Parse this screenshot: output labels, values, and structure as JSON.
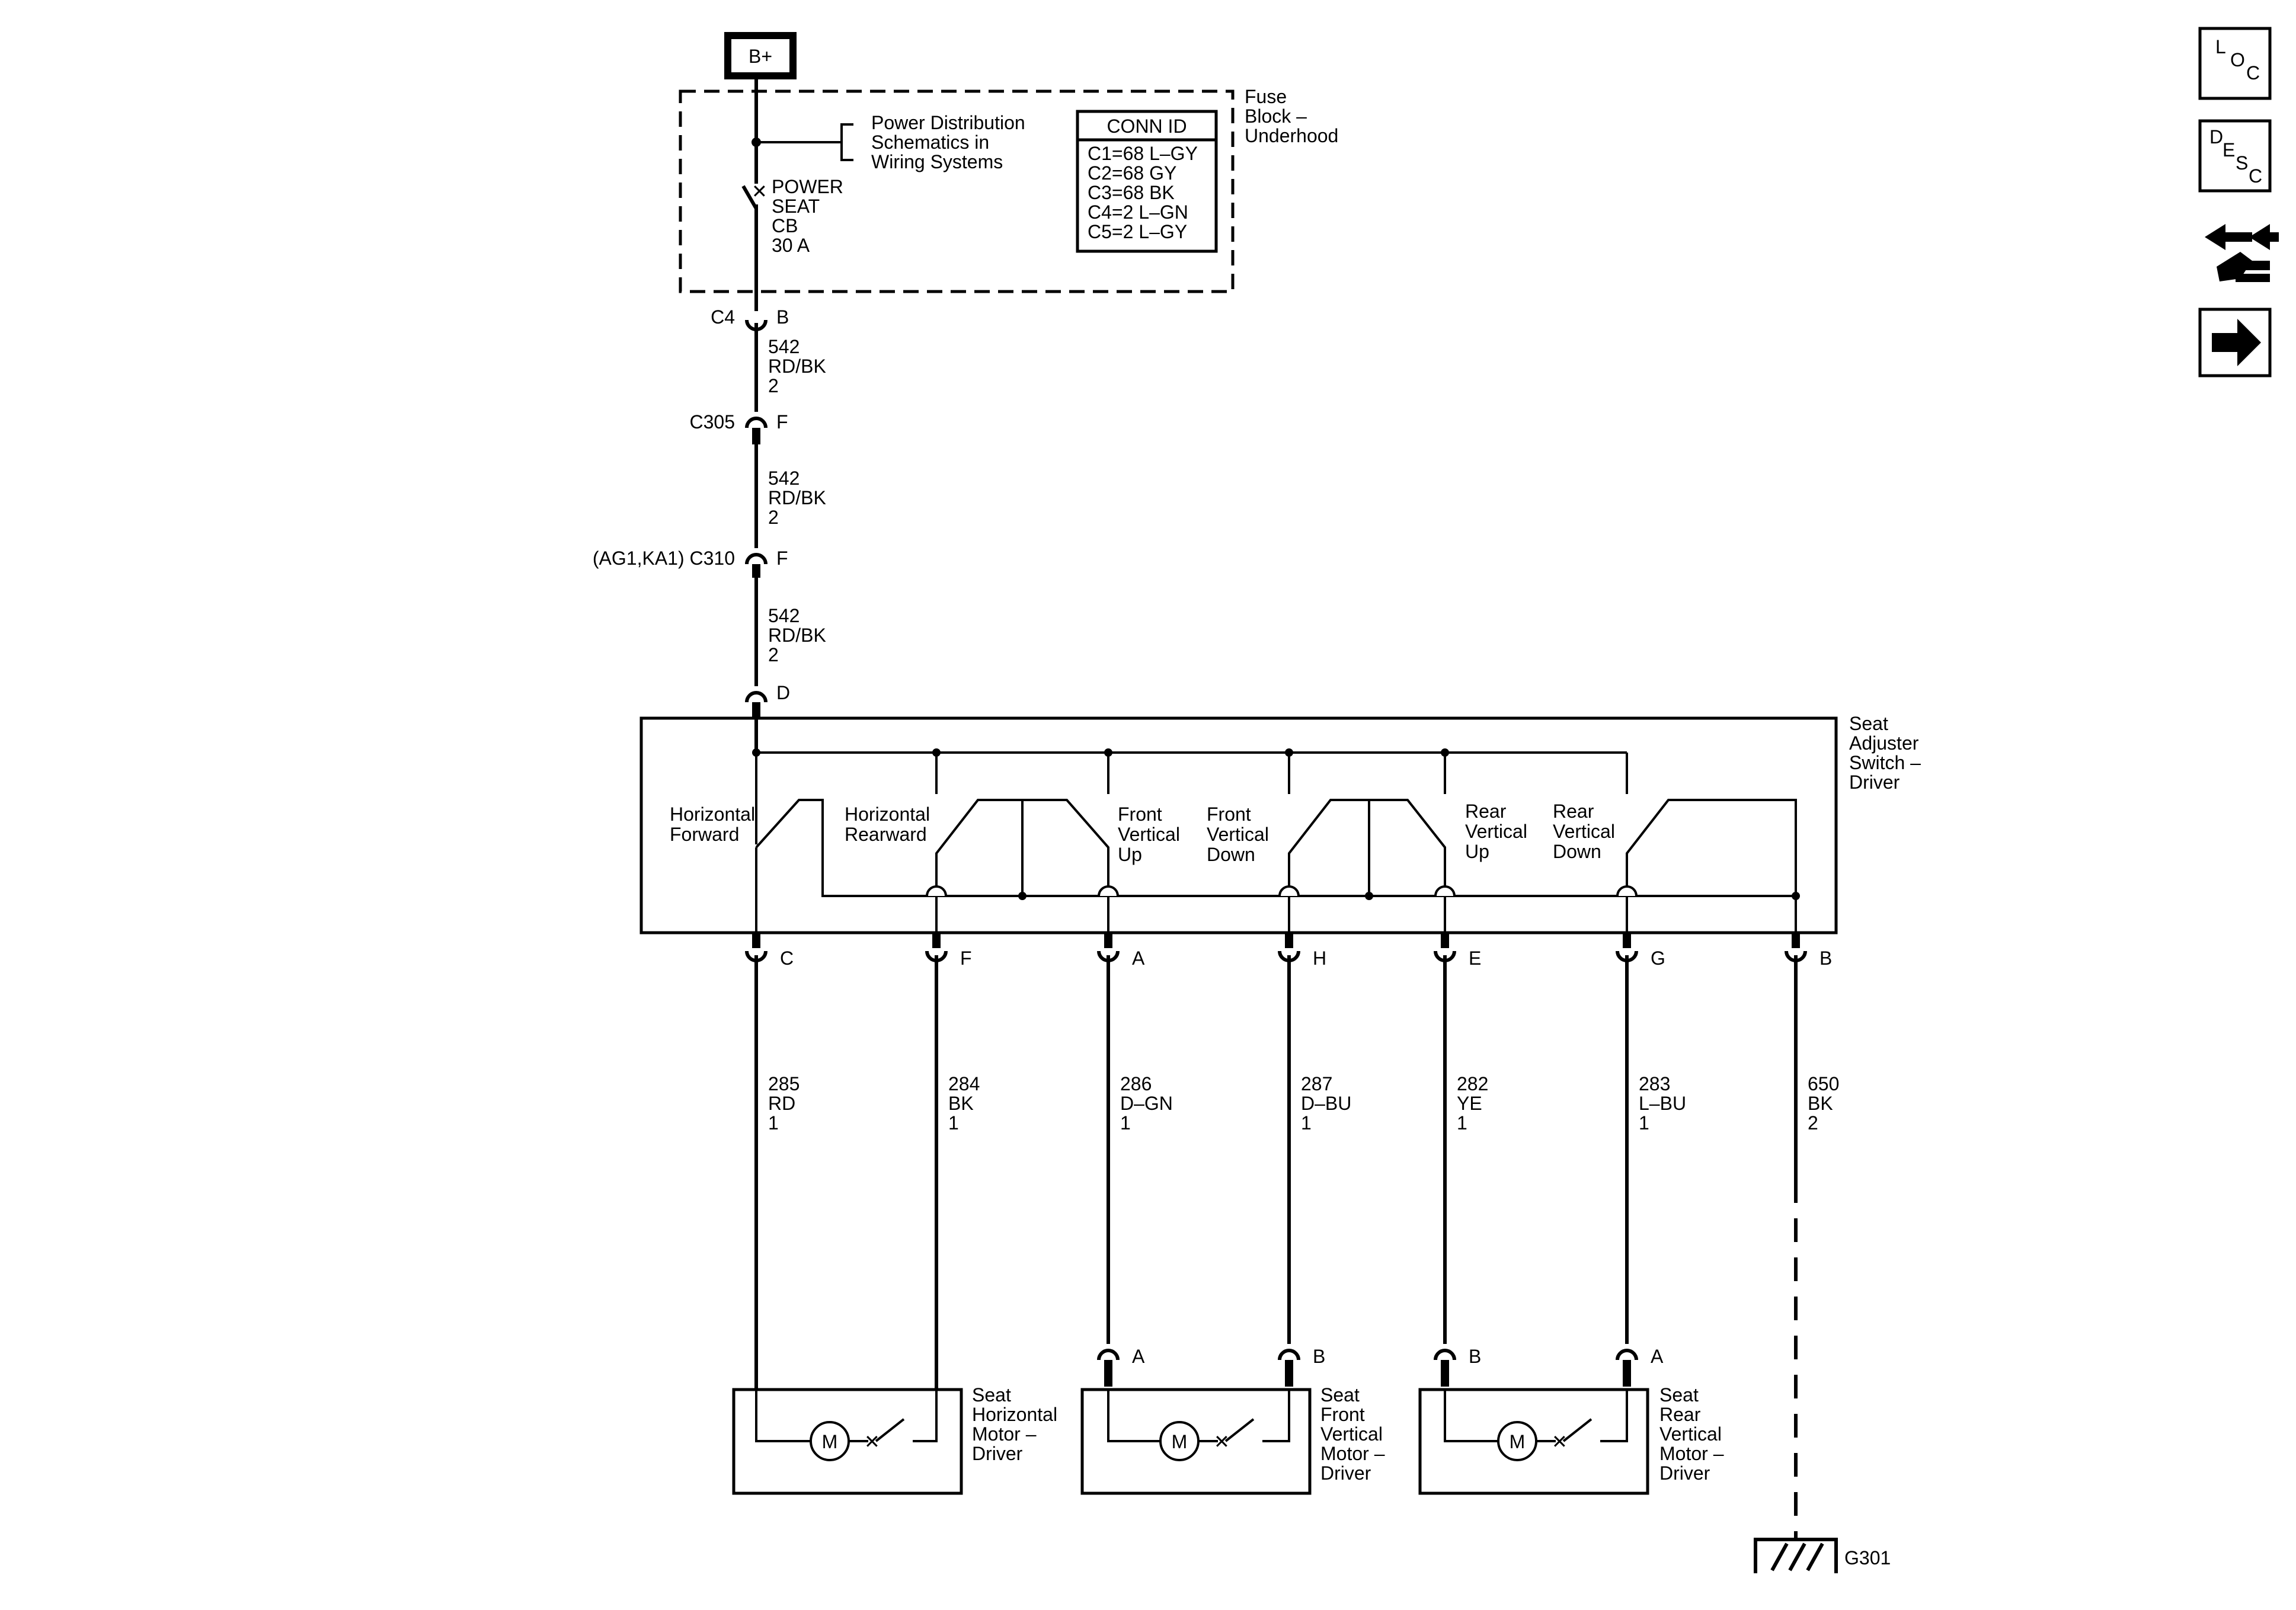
{
  "power": {
    "label": "B+"
  },
  "fuse_block": {
    "name_lines": [
      "Fuse",
      "Block –",
      "Underhood"
    ],
    "ref_lines": [
      "Power Distribution",
      "Schematics in",
      "Wiring Systems"
    ],
    "breaker_lines": [
      "POWER",
      "SEAT",
      "CB",
      "30 A"
    ],
    "conn_id": {
      "title": "CONN ID",
      "rows": [
        "C1=68 L–GY",
        "C2=68 GY",
        "C3=68 BK",
        "C4=2 L–GN",
        "C5=2 L–GY"
      ]
    }
  },
  "connectors": {
    "c4": {
      "name": "C4",
      "pin": "B"
    },
    "c305": {
      "name": "C305",
      "pin": "F"
    },
    "c310": {
      "name": "(AG1,KA1) C310",
      "pin": "F"
    },
    "switch_in": {
      "pin": "D"
    }
  },
  "feed_wires": [
    {
      "circuit": "542",
      "color": "RD/BK",
      "gauge": "2"
    },
    {
      "circuit": "542",
      "color": "RD/BK",
      "gauge": "2"
    },
    {
      "circuit": "542",
      "color": "RD/BK",
      "gauge": "2"
    }
  ],
  "seat_switch": {
    "name_lines": [
      "Seat",
      "Adjuster",
      "Switch –",
      "Driver"
    ],
    "switches": [
      {
        "lines": [
          "Horizontal",
          "Forward"
        ]
      },
      {
        "lines": [
          "Horizontal",
          "Rearward"
        ]
      },
      {
        "lines": [
          "Front",
          "Vertical",
          "Up"
        ]
      },
      {
        "lines": [
          "Front",
          "Vertical",
          "Down"
        ]
      },
      {
        "lines": [
          "Rear",
          "Vertical",
          "Up"
        ]
      },
      {
        "lines": [
          "Rear",
          "Vertical",
          "Down"
        ]
      }
    ],
    "pins": [
      "C",
      "F",
      "A",
      "H",
      "E",
      "G",
      "B"
    ]
  },
  "output_wires": [
    {
      "circuit": "285",
      "color": "RD",
      "gauge": "1"
    },
    {
      "circuit": "284",
      "color": "BK",
      "gauge": "1"
    },
    {
      "circuit": "286",
      "color": "D–GN",
      "gauge": "1"
    },
    {
      "circuit": "287",
      "color": "D–BU",
      "gauge": "1"
    },
    {
      "circuit": "282",
      "color": "YE",
      "gauge": "1"
    },
    {
      "circuit": "283",
      "color": "L–BU",
      "gauge": "1"
    },
    {
      "circuit": "650",
      "color": "BK",
      "gauge": "2"
    }
  ],
  "motors": [
    {
      "name_lines": [
        "Seat",
        "Horizontal",
        "Motor –",
        "Driver"
      ],
      "symbol": "M",
      "pins": [
        "",
        ""
      ]
    },
    {
      "name_lines": [
        "Seat",
        "Front",
        "Vertical",
        "Motor –",
        "Driver"
      ],
      "symbol": "M",
      "pins": [
        "A",
        "B"
      ]
    },
    {
      "name_lines": [
        "Seat",
        "Rear",
        "Vertical",
        "Motor –",
        "Driver"
      ],
      "symbol": "M",
      "pins": [
        "B",
        "A"
      ]
    }
  ],
  "ground": {
    "name": "G301"
  },
  "nav": {
    "loc": [
      "L",
      "O",
      "C"
    ],
    "desc": [
      "D",
      "E",
      "S",
      "C"
    ]
  }
}
